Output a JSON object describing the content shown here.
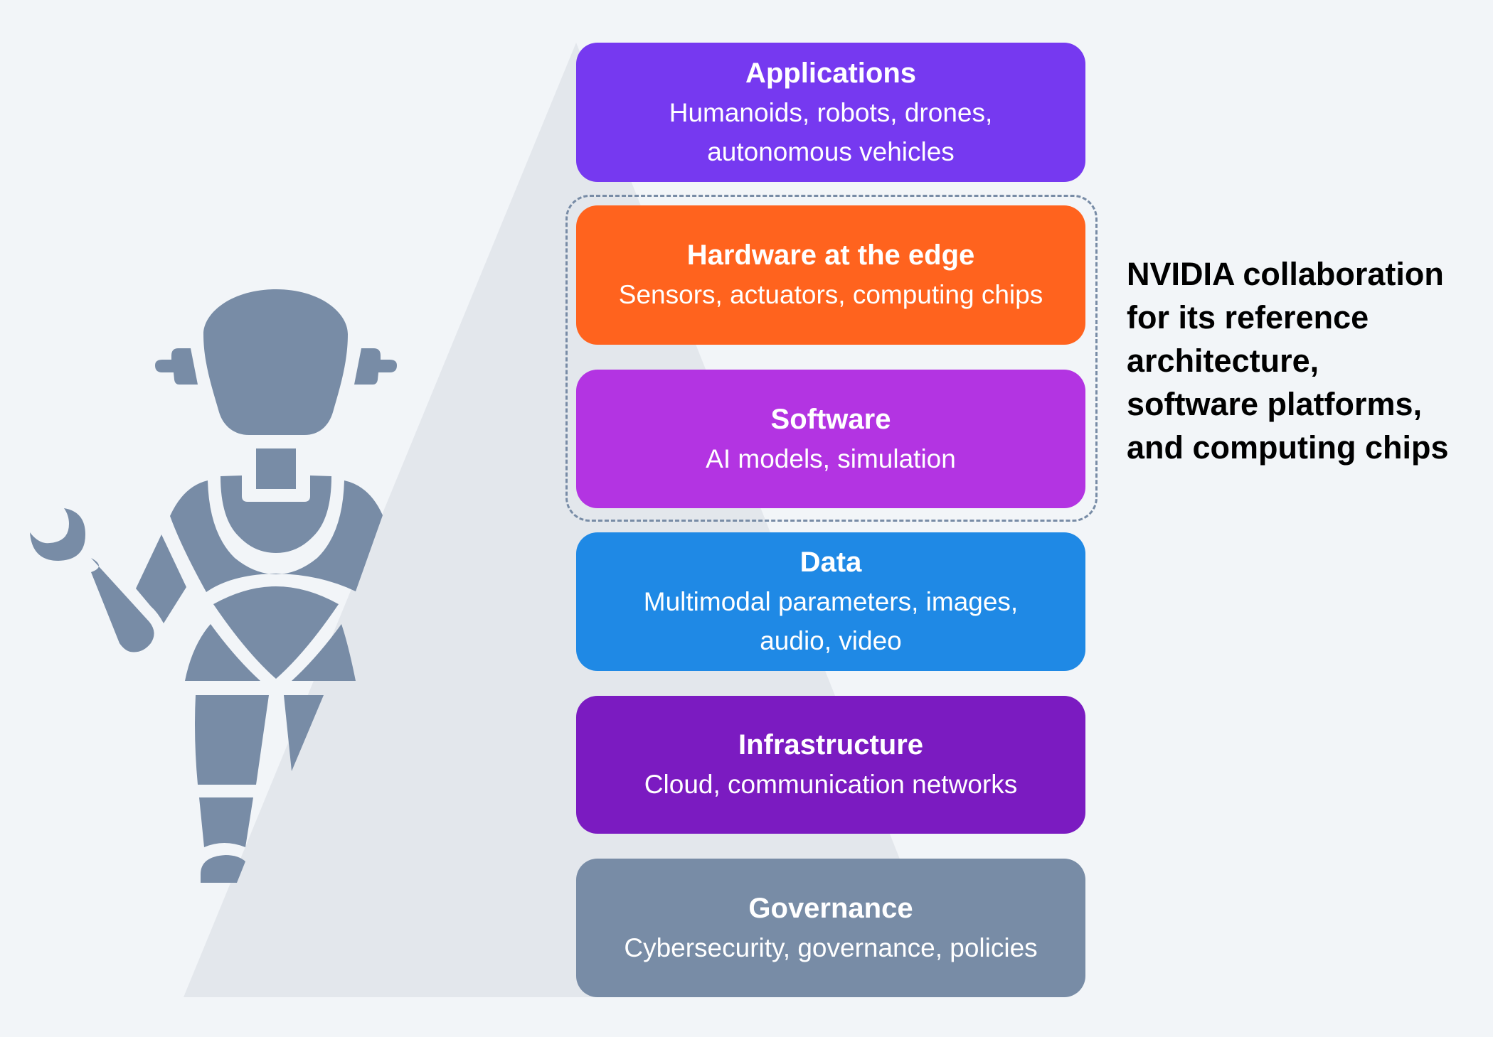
{
  "diagram": {
    "type": "layered-stack",
    "illustration": "robot-icon",
    "colors": {
      "background": "#F2F5F8",
      "triangle": "#E3E7EC",
      "robot": "#788CA6",
      "dashed_border": "#788CA6",
      "note_text": "#000000"
    },
    "layers": [
      {
        "id": "applications",
        "title": "Applications",
        "subtitle": "Humanoids, robots, drones,\nautonomous vehicles",
        "color": "#7639F0"
      },
      {
        "id": "hardware",
        "title": "Hardware at the edge",
        "subtitle": "Sensors, actuators, computing chips",
        "color": "#FF631E"
      },
      {
        "id": "software",
        "title": "Software",
        "subtitle": "AI models, simulation",
        "color": "#B334E2"
      },
      {
        "id": "data",
        "title": "Data",
        "subtitle": "Multimodal parameters, images,\naudio, video",
        "color": "#1F89E5"
      },
      {
        "id": "infrastructure",
        "title": "Infrastructure",
        "subtitle": "Cloud, communication networks",
        "color": "#7B1BC1"
      },
      {
        "id": "governance",
        "title": "Governance",
        "subtitle": "Cybersecurity, governance, policies",
        "color": "#788CA6"
      }
    ],
    "highlight_group": {
      "members": [
        "hardware",
        "software"
      ],
      "note": "NVIDIA collaboration\nfor its reference\narchitecture,\nsoftware platforms,\nand computing chips"
    }
  }
}
